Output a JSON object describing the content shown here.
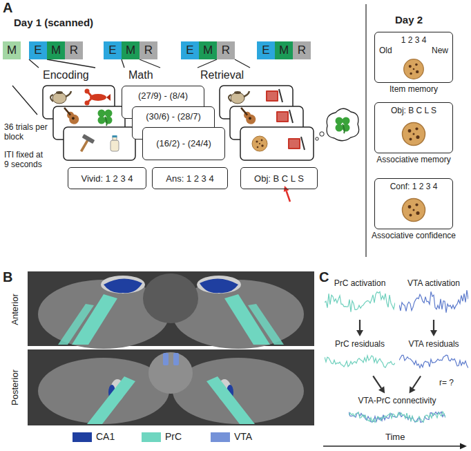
{
  "diagram": {
    "nodes": [
      {
        "text": [
          "M"
        ]
      },
      {
        "text": [
          "E"
        ]
      },
      {
        "text": [
          "M"
        ]
      },
      {
        "text": [
          "R"
        ]
      },
      {
        "text": [
          "E"
        ]
      },
      {
        "text": [
          "M"
        ]
      },
      {
        "text": [
          "R"
        ]
      },
      {
        "text": [
          "E"
        ]
      },
      {
        "text": [
          "M"
        ]
      },
      {
        "text": [
          "R"
        ]
      },
      {
        "text": [
          "E"
        ]
      },
      {
        "text": [
          "M"
        ]
      },
      {
        "text": [
          "R"
        ]
      },
      {
        "text": [
          "Vivid: 1 2 3 4"
        ]
      },
      {
        "text": [
          "(27/9) - (8/4)"
        ]
      },
      {
        "text": [
          "(30/6) - (28/7)"
        ]
      },
      {
        "text": [
          "(16/2) - (24/4)"
        ]
      },
      {
        "text": [
          "Ans: 1 2 3 4"
        ]
      },
      {
        "text": [
          "Obj: B C L S"
        ]
      },
      {
        "text": [
          "1 2 3 4",
          "Old",
          "New",
          "Item memory"
        ]
      },
      {
        "text": [
          "Obj: B C L S",
          "Associative memory"
        ]
      },
      {
        "text": [
          "Conf: 1 2 3 4",
          "Associative confidence"
        ]
      },
      {
        "text": [
          "PrC activation"
        ]
      },
      {
        "text": [
          "VTA activation"
        ]
      },
      {
        "text": [
          "PrC residuals"
        ]
      },
      {
        "text": [
          "VTA residuals"
        ]
      },
      {
        "text": [
          "VTA-PrC connectivity"
        ]
      }
    ],
    "edges": [
      {
        "from": 22,
        "to": 24,
        "arrow": "to"
      },
      {
        "from": 23,
        "to": 25,
        "arrow": "to"
      },
      {
        "from": 24,
        "to": 26,
        "arrow": "to"
      },
      {
        "from": 25,
        "to": 26,
        "arrow": "to"
      }
    ],
    "labels": [
      "A",
      "Day 1 (scanned)",
      "Encoding",
      "Math",
      "Retrieval",
      "36 trials per block",
      "ITI fixed at 9 seconds",
      "Day 2",
      "B",
      "Anterior",
      "Posterior",
      "C",
      "r= ?",
      "Time"
    ],
    "legend": [
      {
        "text": "CA1",
        "color": "#1f3fa0"
      },
      {
        "text": "PrC",
        "color": "#6fd6c0"
      },
      {
        "text": "VTA",
        "color": "#7592d8"
      }
    ]
  }
}
